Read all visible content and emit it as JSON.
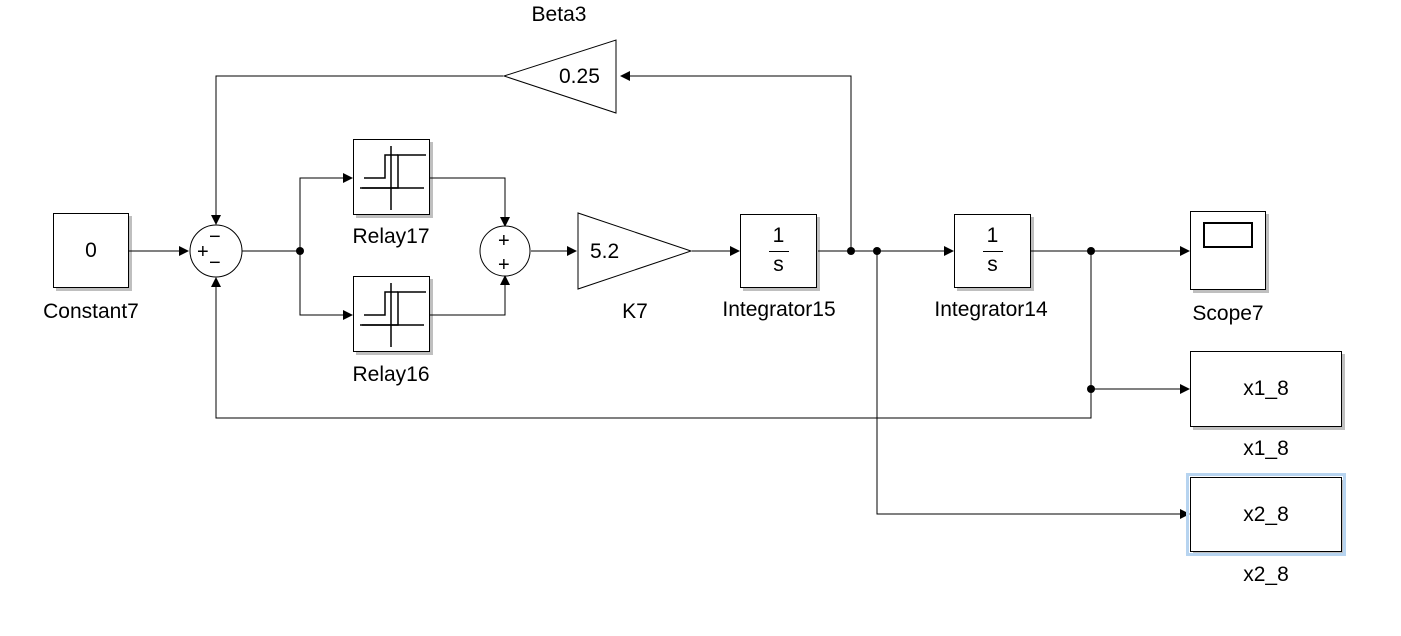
{
  "blocks": {
    "constant": {
      "name": "Constant7",
      "value": "0"
    },
    "relay17": {
      "name": "Relay17"
    },
    "relay16": {
      "name": "Relay16"
    },
    "gain_k": {
      "name": "K7",
      "value": "5.2"
    },
    "gain_beta": {
      "name": "Beta3",
      "value": "0.25"
    },
    "integrator15": {
      "name": "Integrator15",
      "numerator": "1",
      "denominator": "s"
    },
    "integrator14": {
      "name": "Integrator14",
      "numerator": "1",
      "denominator": "s"
    },
    "scope": {
      "name": "Scope7"
    },
    "out_x1": {
      "name": "x1_8",
      "value": "x1_8"
    },
    "out_x2": {
      "name": "x2_8",
      "value": "x2_8",
      "selected": true
    }
  },
  "sum1": {
    "signs": [
      "+",
      "−",
      "−"
    ]
  },
  "sum2": {
    "signs": [
      "+",
      "+"
    ]
  }
}
